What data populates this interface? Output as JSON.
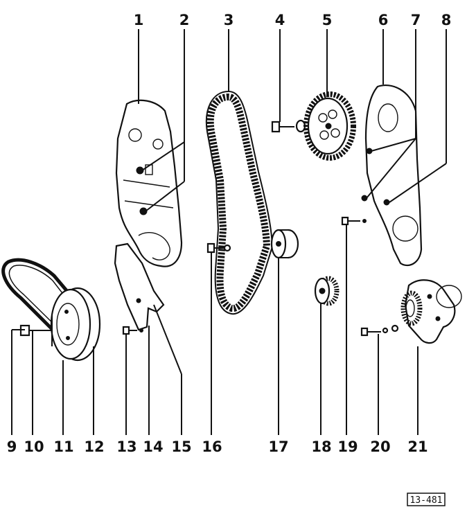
{
  "callouts": {
    "n1": "1",
    "n2": "2",
    "n3": "3",
    "n4": "4",
    "n5": "5",
    "n6": "6",
    "n7": "7",
    "n8": "8",
    "n9": "9",
    "n10": "10",
    "n11": "11",
    "n12": "12",
    "n13": "13",
    "n14": "14",
    "n15": "15",
    "n16": "16",
    "n17": "17",
    "n18": "18",
    "n19": "19",
    "n20": "20",
    "n21": "21"
  },
  "reference": "13-481"
}
